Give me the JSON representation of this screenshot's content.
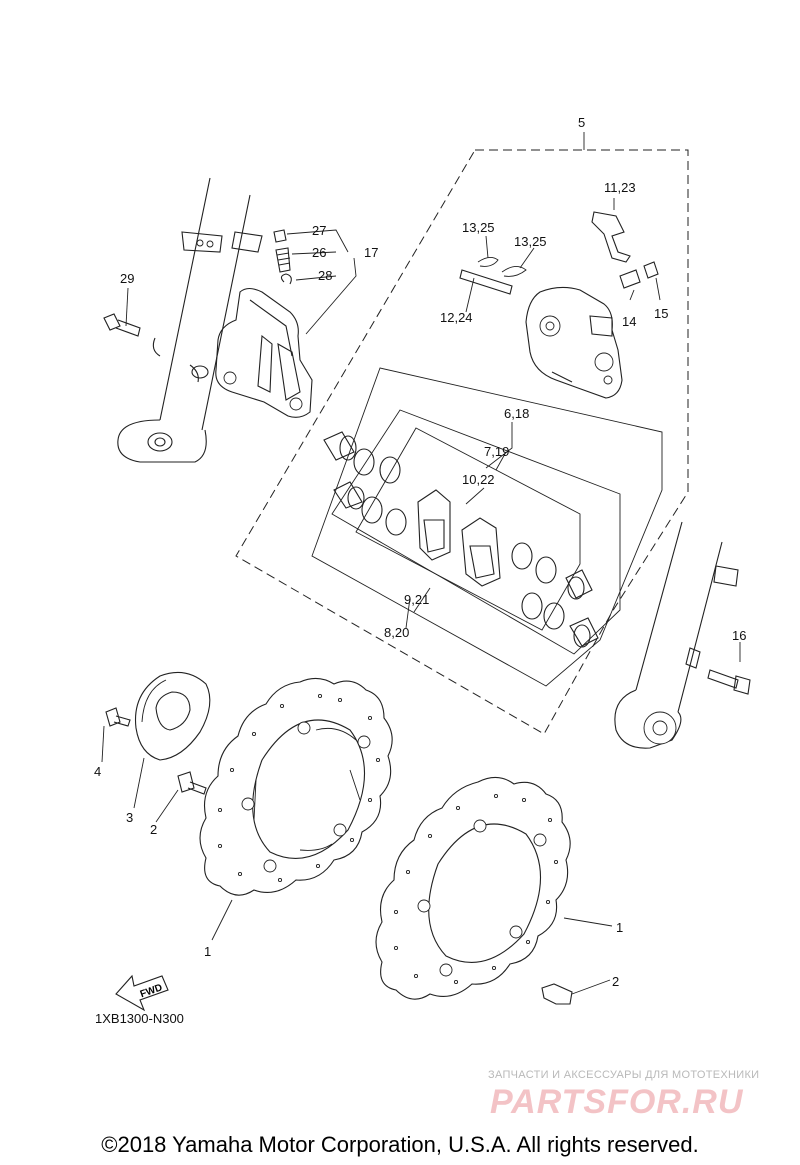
{
  "callouts": {
    "c1a": "1",
    "c1b": "1",
    "c2a": "2",
    "c2b": "2",
    "c3": "3",
    "c4": "4",
    "c5": "5",
    "c6_18": "6,18",
    "c7_19": "7,19",
    "c8_20": "8,20",
    "c9_21": "9,21",
    "c10_22": "10,22",
    "c11_23": "11,23",
    "c12_24": "12,24",
    "c13_25a": "13,25",
    "c13_25b": "13,25",
    "c14": "14",
    "c15": "15",
    "c16": "16",
    "c17": "17",
    "c26": "26",
    "c27": "27",
    "c28": "28",
    "c29": "29"
  },
  "fwd_label": "FWD",
  "drawing_code": "1XB1300-N300",
  "watermark": {
    "tagline": "ЗАПЧАСТИ И АКСЕССУАРЫ ДЛЯ МОТОТЕХНИКИ",
    "logo": "PARTSFOR.RU"
  },
  "copyright": "©2018 Yamaha Motor Corporation, U.S.A. All rights reserved.",
  "colors": {
    "line": "#222222",
    "watermark_logo": "#f3c3c6",
    "watermark_text": "#b9b9b9"
  }
}
